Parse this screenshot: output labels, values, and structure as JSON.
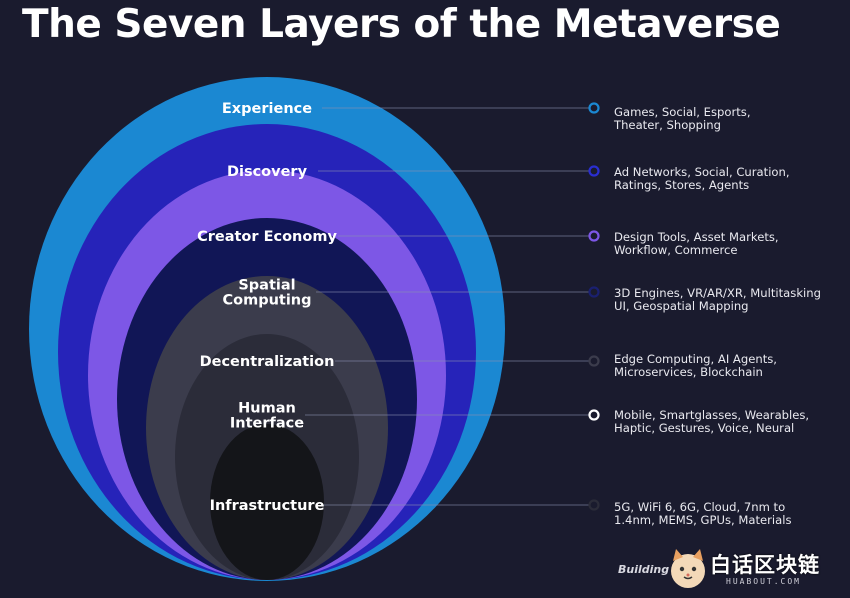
{
  "title": "The Seven Layers of the Metaverse",
  "layers": [
    {
      "name": "Experience",
      "lines": [
        "Experience"
      ],
      "desc1": "Games, Social, Esports,",
      "desc2": "Theater, Shopping",
      "color": "#1b88d2",
      "dot": "#1b88d2"
    },
    {
      "name": "Discovery",
      "lines": [
        "Discovery"
      ],
      "desc1": "Ad Networks, Social, Curation,",
      "desc2": "Ratings, Stores, Agents",
      "color": "#2623b9",
      "dot": "#2a2ed0"
    },
    {
      "name": "Creator Economy",
      "lines": [
        "Creator Economy"
      ],
      "desc1": "Design Tools, Asset Markets,",
      "desc2": "Workflow, Commerce",
      "color": "#7d57e6",
      "dot": "#7d57e6"
    },
    {
      "name": "Spatial Computing",
      "lines": [
        "Spatial",
        "Computing"
      ],
      "desc1": "3D Engines, VR/AR/XR, Multitasking",
      "desc2": "UI, Geospatial Mapping",
      "color": "#111656",
      "dot": "#1a2070"
    },
    {
      "name": "Decentralization",
      "lines": [
        "Decentralization"
      ],
      "desc1": "Edge Computing, AI Agents,",
      "desc2": "Microservices, Blockchain",
      "color": "#3b3c4c",
      "dot": "#3b3c4c"
    },
    {
      "name": "Human Interface",
      "lines": [
        "Human",
        "Interface"
      ],
      "desc1": "Mobile, Smartglasses, Wearables,",
      "desc2": "Haptic, Gestures, Voice, Neural",
      "color": "#2b2c39",
      "dot": "#ffffff"
    },
    {
      "name": "Infrastructure",
      "lines": [
        "Infrastructure"
      ],
      "desc1": "5G, WiFi 6, 6G, Cloud, 7nm to",
      "desc2": "1.4nm, MEMS, GPUs, Materials",
      "color": "#141519",
      "dot": "#2b2c39"
    }
  ],
  "credit": "Building",
  "watermark": {
    "text": "白话区块链",
    "sub": "HUABOUT.COM"
  }
}
